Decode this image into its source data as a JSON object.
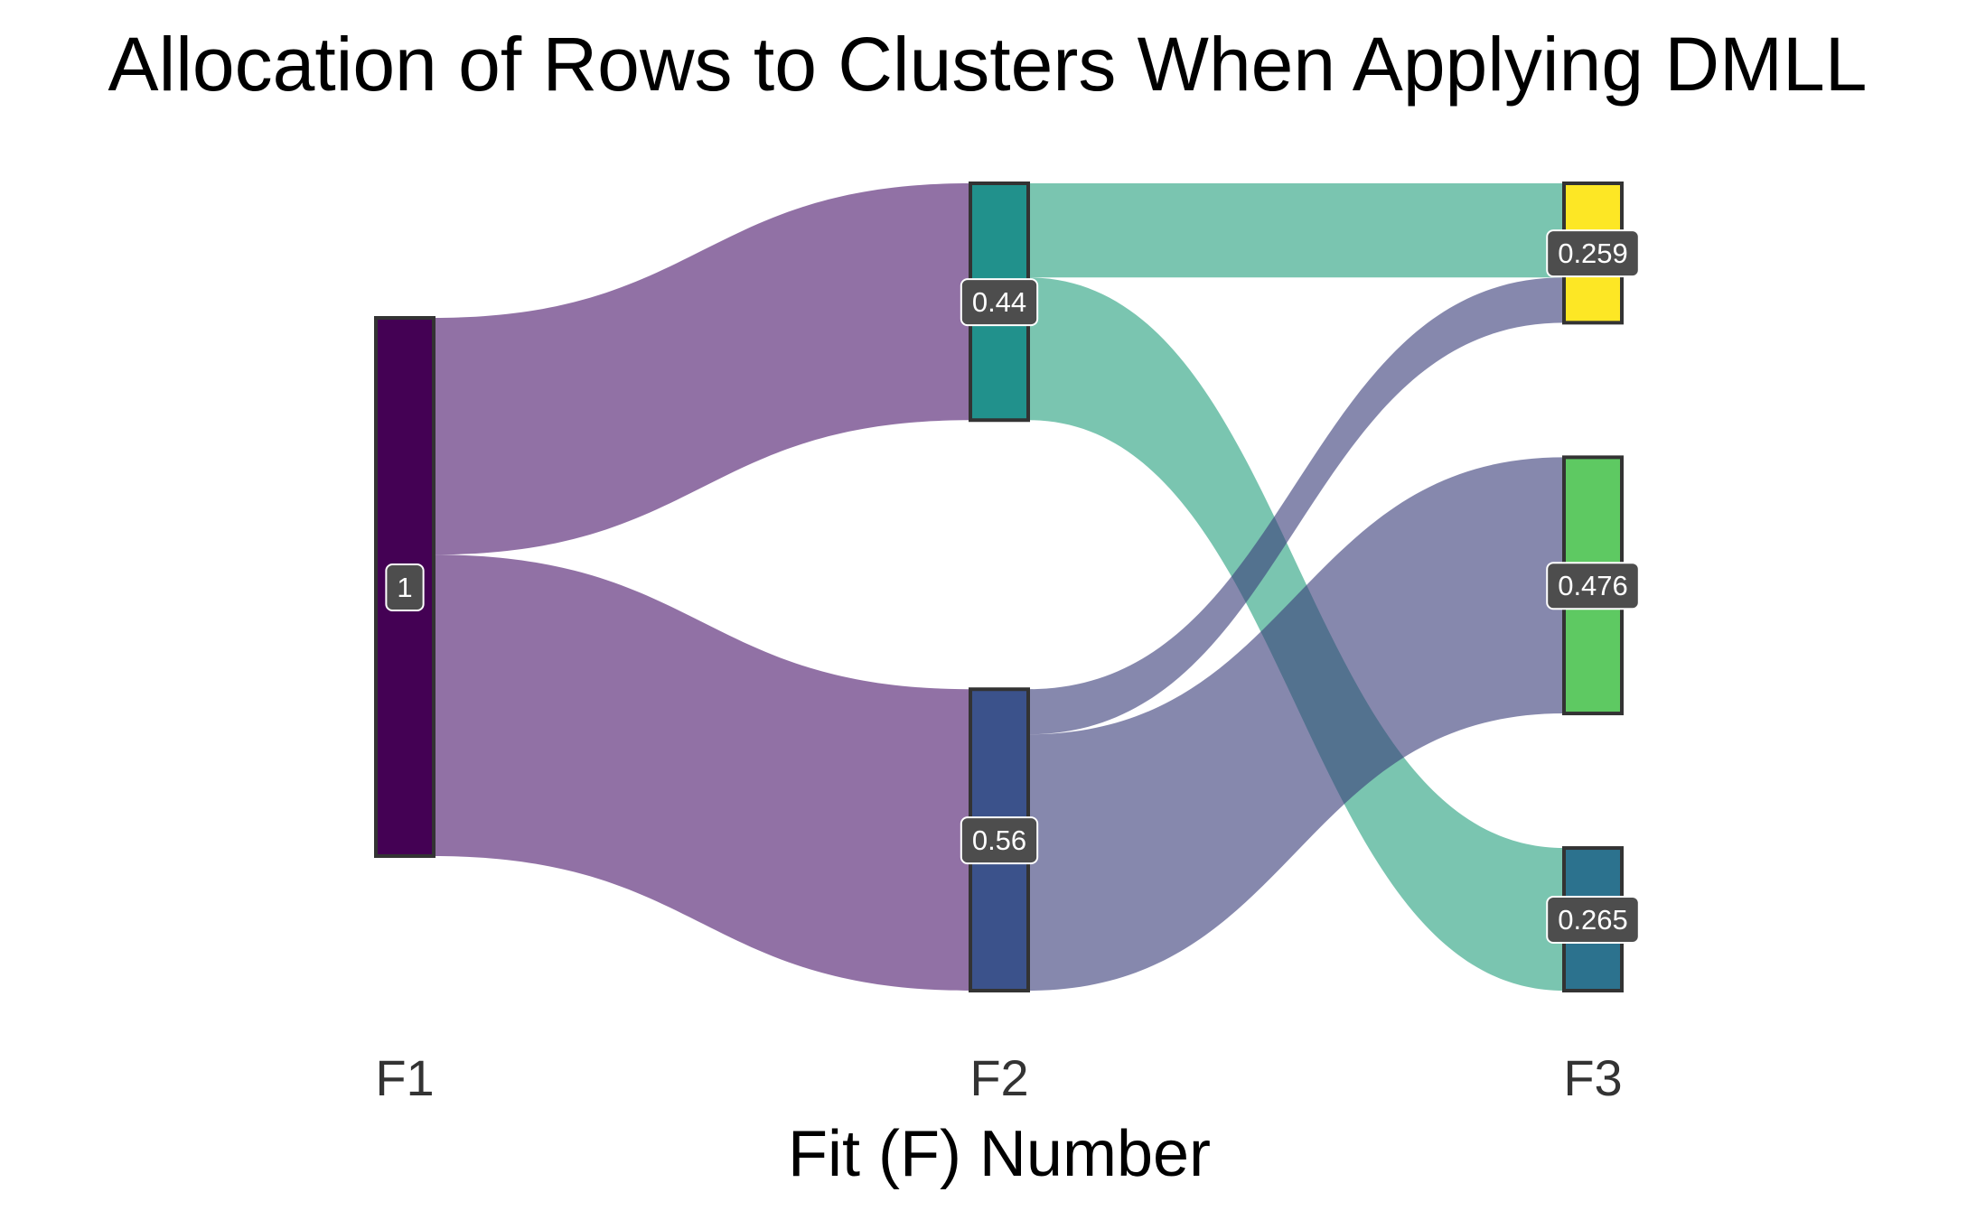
{
  "chart_data": {
    "type": "sankey",
    "title": "Allocation of Rows to Clusters When Applying DMLL",
    "xlabel": "Fit (F) Number",
    "stages": [
      "F1",
      "F2",
      "F3"
    ],
    "nodes": [
      {
        "id": "f1_all",
        "stage": 0,
        "value": 1,
        "label": "1",
        "color": "#440154"
      },
      {
        "id": "f2_a",
        "stage": 1,
        "value": 0.44,
        "label": "0.44",
        "color": "#21918c"
      },
      {
        "id": "f2_b",
        "stage": 1,
        "value": 0.56,
        "label": "0.56",
        "color": "#3b528b"
      },
      {
        "id": "f3_a",
        "stage": 2,
        "value": 0.259,
        "label": "0.259",
        "color": "#fde725"
      },
      {
        "id": "f3_b",
        "stage": 2,
        "value": 0.476,
        "label": "0.476",
        "color": "#5ec962"
      },
      {
        "id": "f3_c",
        "stage": 2,
        "value": 0.265,
        "label": "0.265",
        "color": "#2c728e"
      }
    ],
    "flows": [
      {
        "source": "f1_all",
        "target": "f2_a",
        "value": 0.44,
        "color": "#4d1a6e"
      },
      {
        "source": "f1_all",
        "target": "f2_b",
        "value": 0.56,
        "color": "#4d1a6e"
      },
      {
        "source": "f2_a",
        "target": "f3_a",
        "value": 0.175,
        "color": "#29a17f"
      },
      {
        "source": "f2_a",
        "target": "f3_c",
        "value": 0.265,
        "color": "#29a17f"
      },
      {
        "source": "f2_b",
        "target": "f3_a",
        "value": 0.084,
        "color": "#3b3f7a"
      },
      {
        "source": "f2_b",
        "target": "f3_b",
        "value": 0.476,
        "color": "#3b3f7a"
      }
    ]
  }
}
